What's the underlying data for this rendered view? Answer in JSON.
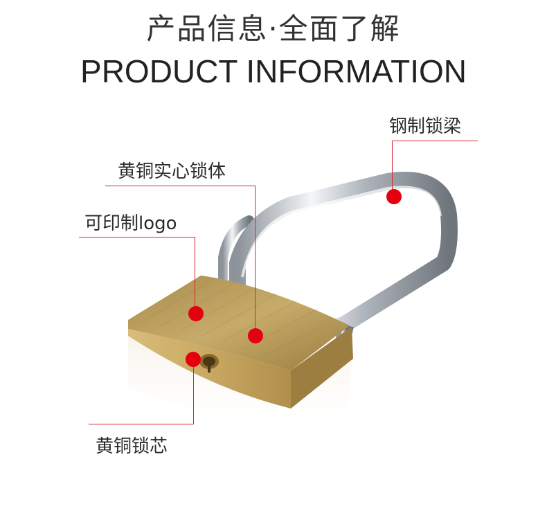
{
  "header": {
    "title_cn": "产品信息·全面了解",
    "title_en": "PRODUCT INFORMATION"
  },
  "callouts": {
    "shackle": "钢制锁梁",
    "body": "黄铜实心锁体",
    "logo": "可印制logo",
    "core": "黄铜锁芯"
  },
  "colors": {
    "accent_red": "#e3000f",
    "brass": "#c9a85a",
    "chrome": "#c8ccd2"
  }
}
